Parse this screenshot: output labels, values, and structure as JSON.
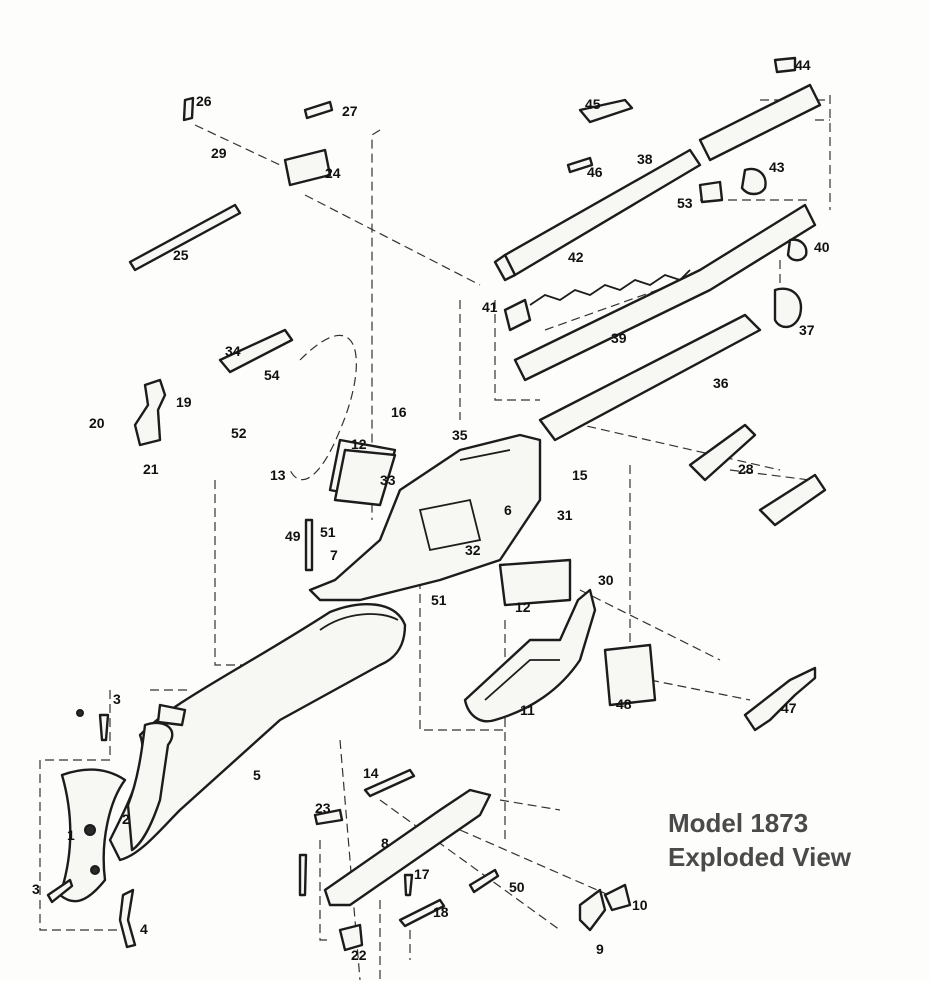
{
  "title": {
    "line1": "Model 1873",
    "line2": "Exploded View"
  },
  "part_numbers": [
    "1",
    "2",
    "3",
    "3",
    "4",
    "5",
    "6",
    "7",
    "8",
    "9",
    "10",
    "11",
    "12",
    "12",
    "13",
    "14",
    "15",
    "16",
    "17",
    "18",
    "19",
    "20",
    "21",
    "22",
    "23",
    "24",
    "25",
    "26",
    "27",
    "28",
    "29",
    "30",
    "31",
    "32",
    "33",
    "34",
    "35",
    "36",
    "37",
    "38",
    "39",
    "40",
    "41",
    "42",
    "43",
    "44",
    "45",
    "46",
    "47",
    "48",
    "49",
    "50",
    "51",
    "51",
    "52",
    "53",
    "54"
  ],
  "colors": {
    "ink": "#1c1c1c",
    "title": "#4a4a4a",
    "paper": "#fdfdfb"
  }
}
